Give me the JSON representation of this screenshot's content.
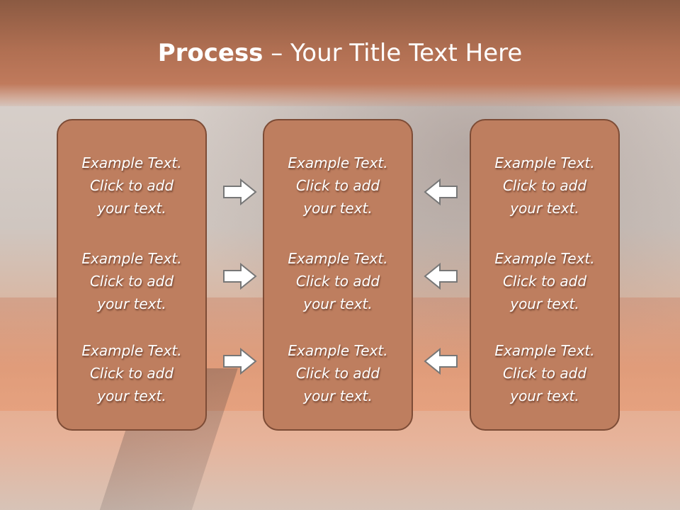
{
  "slide": {
    "title_bold": "Process",
    "title_rest": " – Your Title Text Here"
  },
  "colors": {
    "title_bar": "#b06f52",
    "box_fill": "#be7e5f",
    "box_border": "#7d4c36",
    "arrow_fill": "#ffffff",
    "arrow_stroke": "#777777"
  },
  "columns": [
    {
      "items": [
        {
          "line1": "Example Text.",
          "line2": "Click  to add",
          "line3": "your text."
        },
        {
          "line1": "Example Text.",
          "line2": "Click  to add",
          "line3": "your text."
        },
        {
          "line1": "Example Text.",
          "line2": "Click  to add",
          "line3": "your text."
        }
      ]
    },
    {
      "items": [
        {
          "line1": "Example Text.",
          "line2": "Click  to add",
          "line3": "your text."
        },
        {
          "line1": "Example Text.",
          "line2": "Click  to add",
          "line3": "your text."
        },
        {
          "line1": "Example Text.",
          "line2": "Click  to add",
          "line3": "your text."
        }
      ]
    },
    {
      "items": [
        {
          "line1": "Example Text.",
          "line2": "Click  to add",
          "line3": "your text."
        },
        {
          "line1": "Example Text.",
          "line2": "Click  to add",
          "line3": "your text."
        },
        {
          "line1": "Example Text.",
          "line2": "Click  to add",
          "line3": "your text."
        }
      ]
    }
  ],
  "arrows": {
    "left_group": "right-arrow-icon",
    "right_group": "left-arrow-icon"
  }
}
